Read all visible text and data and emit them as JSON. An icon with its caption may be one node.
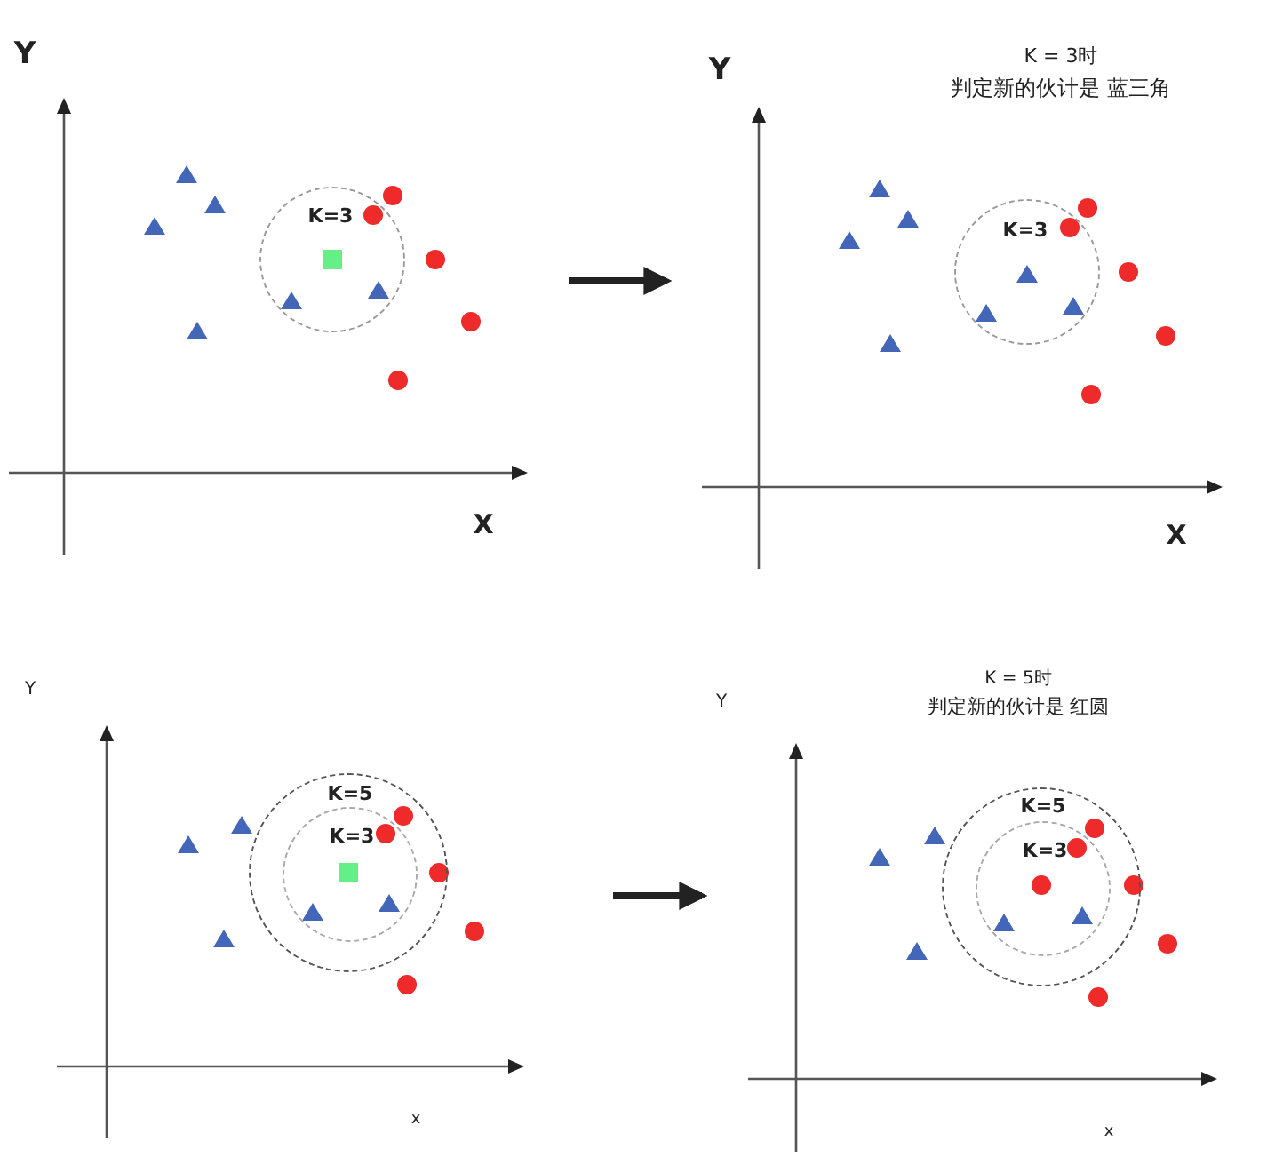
{
  "diagram": {
    "nodes": [
      {
        "text": [
          "Y",
          "X"
        ]
      },
      {
        "text": [
          "K=3"
        ],
        "in": 0
      },
      {
        "text": [
          "K = 3时",
          "Y",
          "判定新的伙计是 蓝三角",
          "X"
        ]
      },
      {
        "text": [
          "K=3"
        ],
        "in": 2
      },
      {
        "text": [
          "Y",
          "x"
        ]
      },
      {
        "text": [
          "K=5"
        ],
        "in": 4
      },
      {
        "text": [
          "K=3"
        ],
        "in": 5
      },
      {
        "text": [
          "K = 5时",
          "Y",
          "判定新的伙计是 红圆",
          "x"
        ]
      },
      {
        "text": [
          "K=5"
        ],
        "in": 7
      },
      {
        "text": [
          "K=3"
        ],
        "in": 8
      }
    ],
    "edges": [
      {
        "from": 0,
        "to": 2,
        "arrow": "to"
      },
      {
        "from": 4,
        "to": 7,
        "arrow": "to"
      }
    ]
  }
}
